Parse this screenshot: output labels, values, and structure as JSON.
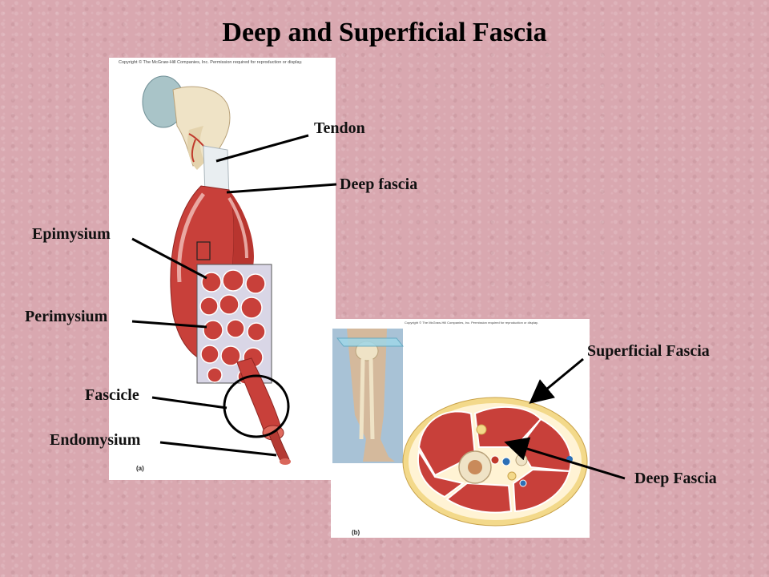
{
  "title": "Deep and Superficial Fascia",
  "panel_a": {
    "copyright": "Copyright © The McGraw-Hill Companies, Inc. Permission required for reproduction or display.",
    "letter": "(a)"
  },
  "panel_b": {
    "copyright": "Copyright © The McGraw-Hill Companies, Inc. Permission required for reproduction or display.",
    "letter": "(b)"
  },
  "labels": {
    "tendon": "Tendon",
    "deep_fascia": "Deep fascia",
    "epimysium": "Epimysium",
    "perimysium": "Perimysium",
    "fascicle": "Fascicle",
    "endomysium": "Endomysium",
    "superficial_fascia": "Superficial Fascia",
    "deep_fascia_b": "Deep Fascia"
  },
  "colors": {
    "background": "#d9a8b0",
    "muscle": "#c8403a",
    "bone": "#efe3c6",
    "fat": "#f3d98a"
  }
}
